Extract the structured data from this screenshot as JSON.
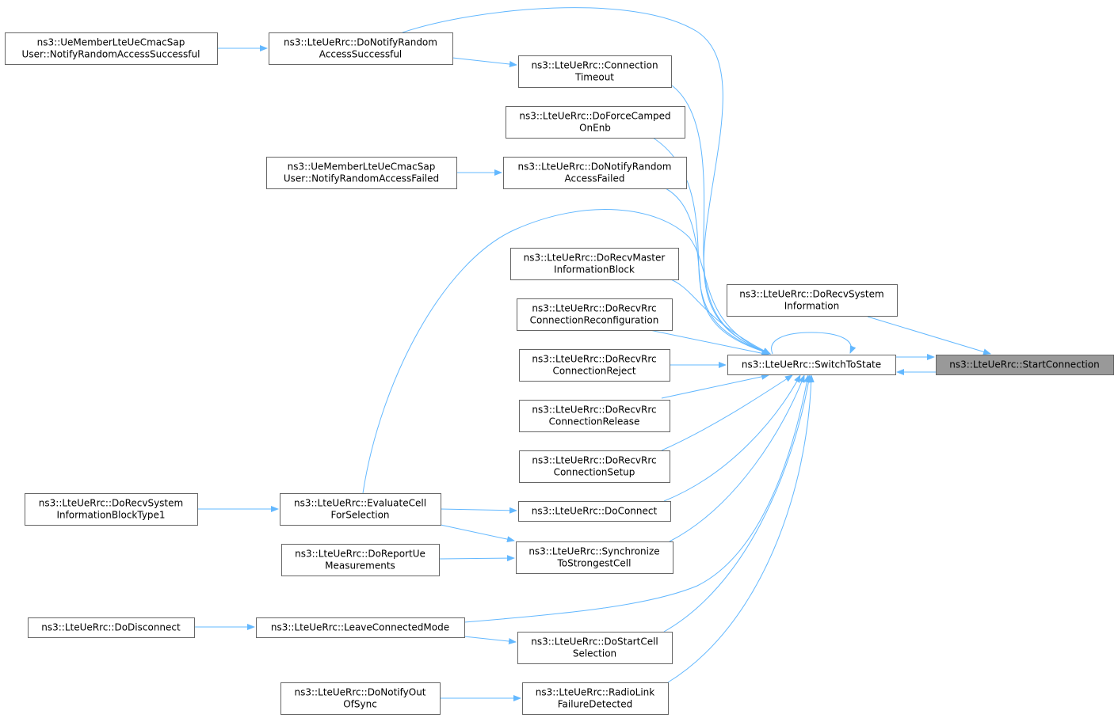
{
  "colors": {
    "edge": "#63b8ff",
    "node_border": "#666666",
    "node_fill": "#ffffff",
    "highlight_fill": "#999999"
  },
  "nodes": [
    {
      "id": "start_connection",
      "lines": [
        "ns3::LteUeRrc::StartConnection"
      ],
      "highlight": true
    },
    {
      "id": "switch_to_state",
      "lines": [
        "ns3::LteUeRrc::SwitchToState"
      ]
    },
    {
      "id": "recv_system_information",
      "lines": [
        "ns3::LteUeRrc::DoRecvSystem",
        "Information"
      ]
    },
    {
      "id": "notify_ra_successful",
      "lines": [
        "ns3::LteUeRrc::DoNotifyRandom",
        "AccessSuccessful"
      ]
    },
    {
      "id": "cmac_ra_successful",
      "lines": [
        "ns3::UeMemberLteUeCmacSap",
        "User::NotifyRandomAccessSuccessful"
      ]
    },
    {
      "id": "connection_timeout",
      "lines": [
        "ns3::LteUeRrc::Connection",
        "Timeout"
      ]
    },
    {
      "id": "force_camped",
      "lines": [
        "ns3::LteUeRrc::DoForceCamped",
        "OnEnb"
      ]
    },
    {
      "id": "notify_ra_failed",
      "lines": [
        "ns3::LteUeRrc::DoNotifyRandom",
        "AccessFailed"
      ]
    },
    {
      "id": "cmac_ra_failed",
      "lines": [
        "ns3::UeMemberLteUeCmacSap",
        "User::NotifyRandomAccessFailed"
      ]
    },
    {
      "id": "recv_mib",
      "lines": [
        "ns3::LteUeRrc::DoRecvMaster",
        "InformationBlock"
      ]
    },
    {
      "id": "recv_rrc_reconfig",
      "lines": [
        "ns3::LteUeRrc::DoRecvRrc",
        "ConnectionReconfiguration"
      ]
    },
    {
      "id": "recv_rrc_reject",
      "lines": [
        "ns3::LteUeRrc::DoRecvRrc",
        "ConnectionReject"
      ]
    },
    {
      "id": "recv_rrc_release",
      "lines": [
        "ns3::LteUeRrc::DoRecvRrc",
        "ConnectionRelease"
      ]
    },
    {
      "id": "recv_rrc_setup",
      "lines": [
        "ns3::LteUeRrc::DoRecvRrc",
        "ConnectionSetup"
      ]
    },
    {
      "id": "do_connect",
      "lines": [
        "ns3::LteUeRrc::DoConnect"
      ]
    },
    {
      "id": "evaluate_cell",
      "lines": [
        "ns3::LteUeRrc::EvaluateCell",
        "ForSelection"
      ]
    },
    {
      "id": "recv_sib1",
      "lines": [
        "ns3::LteUeRrc::DoRecvSystem",
        "InformationBlockType1"
      ]
    },
    {
      "id": "sync_strongest",
      "lines": [
        "ns3::LteUeRrc::Synchronize",
        "ToStrongestCell"
      ]
    },
    {
      "id": "report_ue_meas",
      "lines": [
        "ns3::LteUeRrc::DoReportUe",
        "Measurements"
      ]
    },
    {
      "id": "leave_connected",
      "lines": [
        "ns3::LteUeRrc::LeaveConnectedMode"
      ]
    },
    {
      "id": "do_disconnect",
      "lines": [
        "ns3::LteUeRrc::DoDisconnect"
      ]
    },
    {
      "id": "start_cell_selection",
      "lines": [
        "ns3::LteUeRrc::DoStartCell",
        "Selection"
      ]
    },
    {
      "id": "radio_link_failure",
      "lines": [
        "ns3::LteUeRrc::RadioLink",
        "FailureDetected"
      ]
    },
    {
      "id": "notify_out_of_sync",
      "lines": [
        "ns3::LteUeRrc::DoNotifyOut",
        "OfSync"
      ]
    }
  ],
  "edges": [
    {
      "from": "switch_to_state",
      "to": "start_connection"
    },
    {
      "from": "start_connection",
      "to": "switch_to_state"
    },
    {
      "from": "recv_system_information",
      "to": "start_connection"
    },
    {
      "from": "switch_to_state",
      "to": "switch_to_state"
    },
    {
      "from": "notify_ra_successful",
      "to": "switch_to_state"
    },
    {
      "from": "connection_timeout",
      "to": "switch_to_state"
    },
    {
      "from": "force_camped",
      "to": "switch_to_state"
    },
    {
      "from": "notify_ra_failed",
      "to": "switch_to_state"
    },
    {
      "from": "evaluate_cell",
      "to": "switch_to_state"
    },
    {
      "from": "recv_mib",
      "to": "switch_to_state"
    },
    {
      "from": "recv_rrc_reconfig",
      "to": "switch_to_state"
    },
    {
      "from": "recv_rrc_reject",
      "to": "switch_to_state"
    },
    {
      "from": "recv_rrc_release",
      "to": "switch_to_state"
    },
    {
      "from": "recv_rrc_setup",
      "to": "switch_to_state"
    },
    {
      "from": "do_connect",
      "to": "switch_to_state"
    },
    {
      "from": "sync_strongest",
      "to": "switch_to_state"
    },
    {
      "from": "leave_connected",
      "to": "switch_to_state"
    },
    {
      "from": "start_cell_selection",
      "to": "switch_to_state"
    },
    {
      "from": "radio_link_failure",
      "to": "switch_to_state"
    },
    {
      "from": "cmac_ra_successful",
      "to": "notify_ra_successful"
    },
    {
      "from": "notify_ra_successful",
      "to": "connection_timeout"
    },
    {
      "from": "cmac_ra_failed",
      "to": "notify_ra_failed"
    },
    {
      "from": "recv_sib1",
      "to": "evaluate_cell"
    },
    {
      "from": "evaluate_cell",
      "to": "do_connect"
    },
    {
      "from": "evaluate_cell",
      "to": "sync_strongest"
    },
    {
      "from": "report_ue_meas",
      "to": "sync_strongest"
    },
    {
      "from": "do_disconnect",
      "to": "leave_connected"
    },
    {
      "from": "leave_connected",
      "to": "start_cell_selection"
    },
    {
      "from": "notify_out_of_sync",
      "to": "radio_link_failure"
    }
  ]
}
